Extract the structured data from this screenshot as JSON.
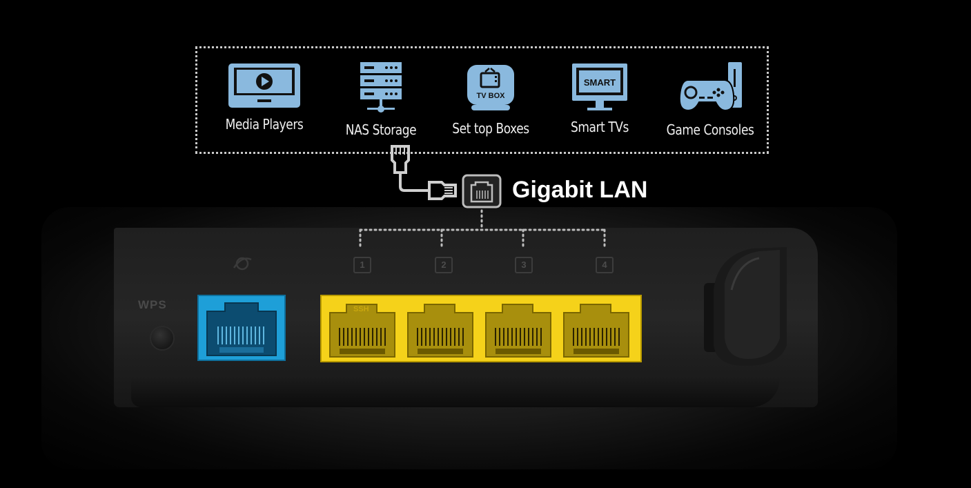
{
  "devices": [
    {
      "label": "Media Players",
      "icon": "media-player-icon"
    },
    {
      "label": "NAS Storage",
      "icon": "nas-storage-icon"
    },
    {
      "label": "Set top Boxes",
      "icon": "set-top-box-icon",
      "icon_text": "TV BOX"
    },
    {
      "label": "Smart TVs",
      "icon": "smart-tv-icon",
      "icon_text": "SMART"
    },
    {
      "label": "Game Consoles",
      "icon": "game-console-icon"
    }
  ],
  "lan": {
    "label": "Gigabit LAN"
  },
  "router": {
    "wps_label": "WPS",
    "lan_port_numbers": [
      "1",
      "2",
      "3",
      "4"
    ],
    "ssh_label": "SSH"
  },
  "colors": {
    "icon_blue": "#8ab9de",
    "wan_port": "#1e9fd8",
    "lan_port": "#f5d21a",
    "background": "#000000"
  }
}
